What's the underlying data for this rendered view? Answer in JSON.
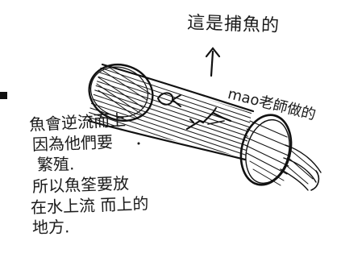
{
  "captions": {
    "top": "這是捕魚的",
    "maker": "mao老師做的"
  },
  "notes": [
    "魚會逆流而上",
    "因為他們要",
    "繁殖.",
    "所以魚筌要放",
    "在水上流 而上的",
    "地方."
  ],
  "colors": {
    "ink": "#1a1a1a",
    "paper": "#ffffff"
  }
}
